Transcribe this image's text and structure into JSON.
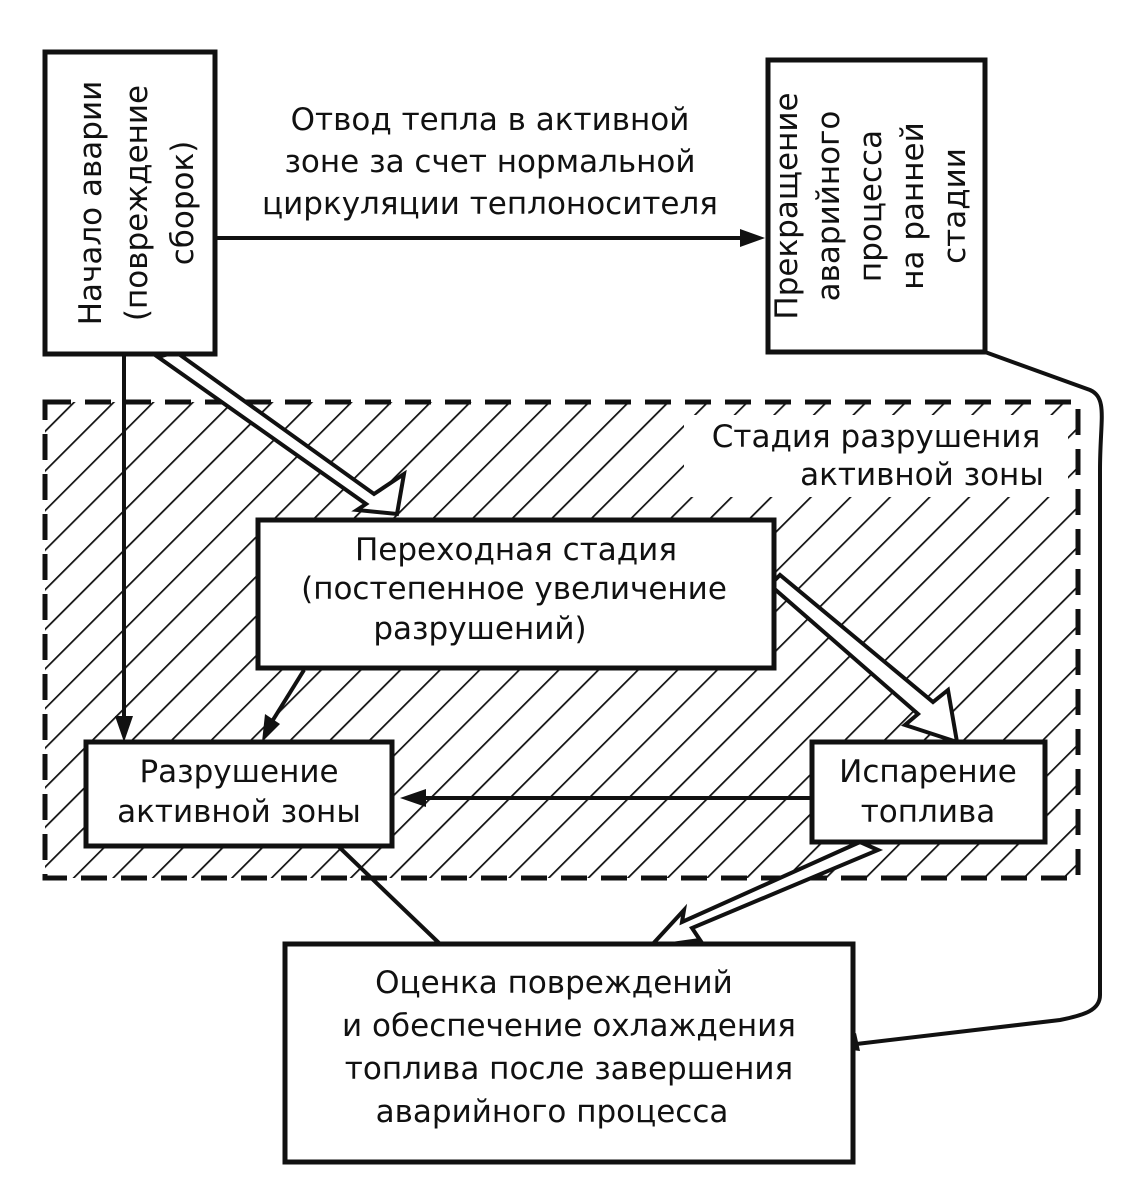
{
  "start_box": [
    "Начало аварии",
    "(повреждение",
    "сборок)"
  ],
  "heat_removal_label": [
    "Отвод тепла в активной",
    "зоне за счет нормальной",
    "циркуляции теплоносителя"
  ],
  "termination_box": [
    "Прекращение",
    "аварийного",
    "процесса",
    "на ранней",
    "стадии"
  ],
  "stage_region_label": [
    "Стадия разрушения",
    "активной зоны"
  ],
  "transition_box": [
    "Переходная стадия",
    "(постепенное увеличение",
    "разрушений)"
  ],
  "core_destruction_box": [
    "Разрушение",
    "активной зоны"
  ],
  "fuel_evaporation_box": [
    "Испарение",
    "топлива"
  ],
  "assessment_box": [
    "Оценка повреждений",
    "и обеспечение охлаждения",
    "топлива после завершения",
    "аварийного процесса"
  ],
  "colors": {
    "ink": "#111111",
    "paper": "#ffffff"
  }
}
